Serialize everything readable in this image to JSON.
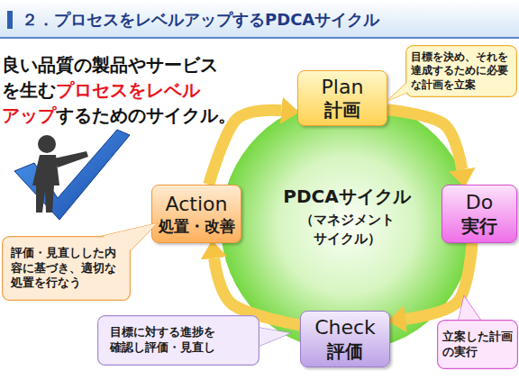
{
  "diagram": {
    "title": "２．プロセスをレベルアップするPDCAサイクル",
    "nodes": [
      {
        "text": [
          "Plan",
          "計画"
        ]
      },
      {
        "text": [
          "目標を決め、それを達成するために必要な計画を立案"
        ]
      },
      {
        "text": [
          "PDCAサイクル",
          "（マネジメント サイクル）"
        ]
      },
      {
        "text": [
          "Action",
          "処置・改善"
        ]
      },
      {
        "text": [
          "Do",
          "実行"
        ]
      },
      {
        "text": [
          "評価・見直しした内容に基づき、適切な処置を行なう"
        ]
      },
      {
        "text": [
          "Check",
          "評価"
        ]
      },
      {
        "text": [
          "目標に対する進捗を確認し評価・見直し"
        ]
      },
      {
        "text": [
          "立案した計画の実行"
        ]
      }
    ],
    "edges": [
      {
        "from": 0,
        "to": 4,
        "arrow": "to"
      },
      {
        "from": 4,
        "to": 6,
        "arrow": "to"
      },
      {
        "from": 6,
        "to": 3,
        "arrow": "to"
      },
      {
        "from": 3,
        "to": 0,
        "arrow": "to"
      }
    ],
    "labels": [
      "良い品質の製品やサービス",
      "を生む",
      "プロセスをレベル",
      "アップ",
      "するためのサイクル。"
    ]
  }
}
